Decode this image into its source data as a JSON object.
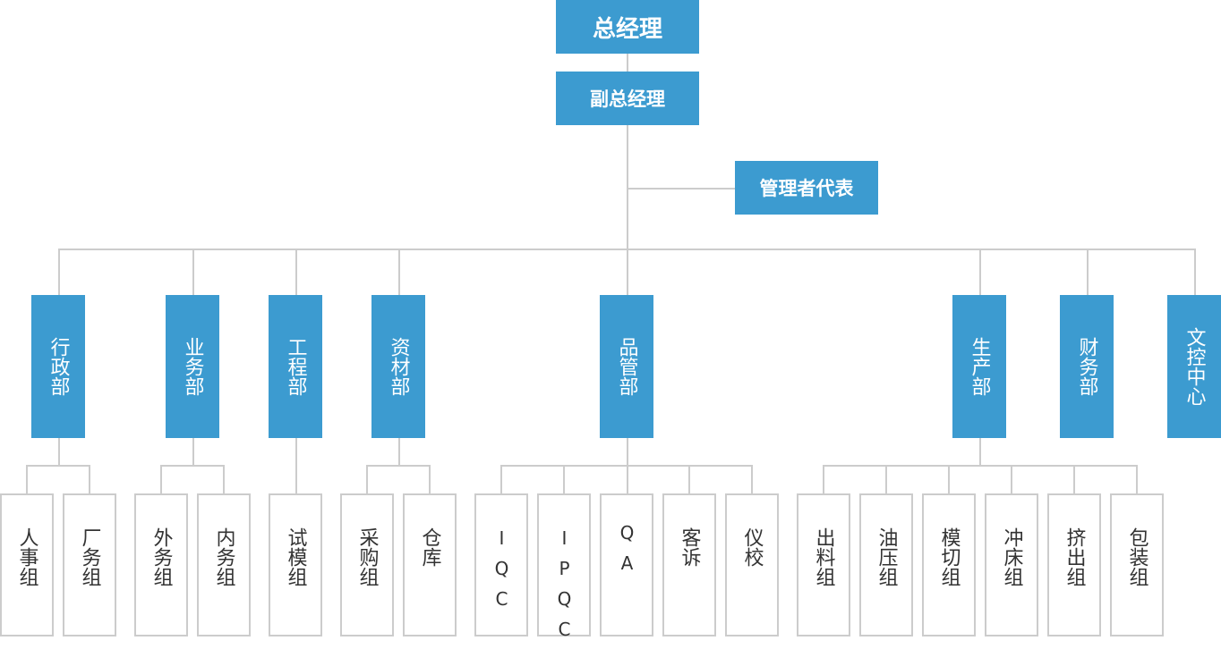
{
  "general_manager": "总经理",
  "deputy_general_manager": "副总经理",
  "management_representative": "管理者代表",
  "departments": [
    {
      "name": "行政部",
      "subgroups": [
        "人事组",
        "厂务组"
      ]
    },
    {
      "name": "业务部",
      "subgroups": [
        "外务组",
        "内务组"
      ]
    },
    {
      "name": "工程部",
      "subgroups": [
        "试模组"
      ]
    },
    {
      "name": "资材部",
      "subgroups": [
        "采购组",
        "仓库"
      ]
    },
    {
      "name": "品管部",
      "subgroups": [
        "IQC",
        "IPQC",
        "QA",
        "客诉",
        "仪校"
      ]
    },
    {
      "name": "生产部",
      "subgroups": [
        "出料组",
        "油压组",
        "模切组",
        "冲床组",
        "挤出组",
        "包装组"
      ]
    },
    {
      "name": "财务部",
      "subgroups": []
    },
    {
      "name": "文控中心",
      "subgroups": []
    }
  ],
  "colors": {
    "box_fill": "#3c9bd0",
    "line": "#cccccc",
    "sub_text": "#333333"
  }
}
